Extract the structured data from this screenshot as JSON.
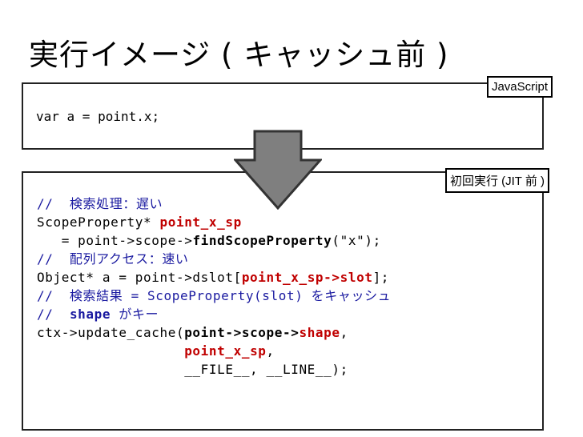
{
  "title": "実行イメージ ( キャッシュ前 )",
  "tags": {
    "js": "JavaScript",
    "asm": "初回実行 (JIT 前 )"
  },
  "js_code": "var a = point.x;",
  "code": {
    "l1": "//  検索処理：遅い",
    "l2a": "ScopeProperty* ",
    "l2b": "point_x_sp",
    "l3a": "   = point->scope->",
    "l3b": "findScopeProperty",
    "l3c": "(\"x\");",
    "l4": "//  配列アクセス：速い",
    "l5a": "Object* a = point->dslot[",
    "l5b": "point_x_sp->slot",
    "l5c": "];",
    "l6": "//  検索結果 = ScopeProperty(slot) をキャッシュ",
    "l7a": "//  ",
    "l7b": "shape",
    "l7c": " がキー",
    "l8a": "ctx->update_cache(",
    "l8b": "point->scope->",
    "l8c": "shape",
    "l8d": ",",
    "l9a": "                  ",
    "l9b": "point_x_sp",
    "l9c": ",",
    "l10": "                  __FILE__, __LINE__);"
  },
  "colors": {
    "comment": "#1a1aa0",
    "highlight": "#c00000",
    "arrow": "#7f7f7f"
  }
}
